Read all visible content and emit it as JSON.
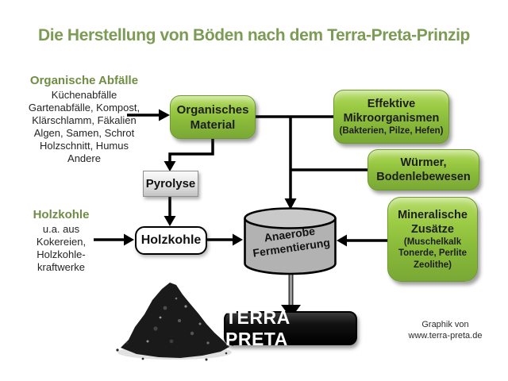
{
  "title": "Die Herstellung von Böden nach dem Terra-Preta-Prinzip",
  "organic_waste": {
    "heading": "Organische Abfälle",
    "lines": [
      "Küchenabfälle",
      "Gartenabfälle, Kompost,",
      "Klärschlamm, Fäkalien",
      "Algen, Samen, Schrot",
      "Holzschnitt, Humus",
      "Andere"
    ]
  },
  "charcoal_source": {
    "heading": "Holzkohle",
    "lines": [
      "u.a. aus",
      "Kokereien,",
      "Holzkohle-",
      "kraftwerke"
    ]
  },
  "nodes": {
    "organic_material": {
      "line1": "Organisches",
      "line2": "Material"
    },
    "effective_microorganisms": {
      "line1": "Effektive",
      "line2": "Mikroorganismen",
      "sub": "(Bakterien, Pilze, Hefen)"
    },
    "worms": {
      "line1": "Würmer,",
      "line2": "Bodenlebewesen"
    },
    "mineral_additives": {
      "line1": "Mineralische",
      "line2": "Zusätze",
      "sub1": "(Muschelkalk",
      "sub2": "Tonerde, Perlite",
      "sub3": "Zeolithe)"
    },
    "pyrolysis": {
      "label": "Pyrolyse"
    },
    "charcoal": {
      "label": "Holzkohle"
    },
    "fermentation": {
      "line1": "Anaerobe",
      "line2": "Fermentierung"
    },
    "terra_preta": {
      "label": "TERRA PRETA"
    }
  },
  "credit": {
    "line1": "Graphik von",
    "line2": "www.terra-preta.de"
  },
  "colors": {
    "title_green": "#7c9b55",
    "heading_green": "#6f8d45",
    "box_green_top": "#b7dc6a",
    "box_green_bottom": "#7aa835",
    "box_border_green": "#6d9a2e",
    "cylinder_gray": "#b2b2b2",
    "arrow_black": "#000000",
    "terra_preta_bg": "#000000"
  }
}
